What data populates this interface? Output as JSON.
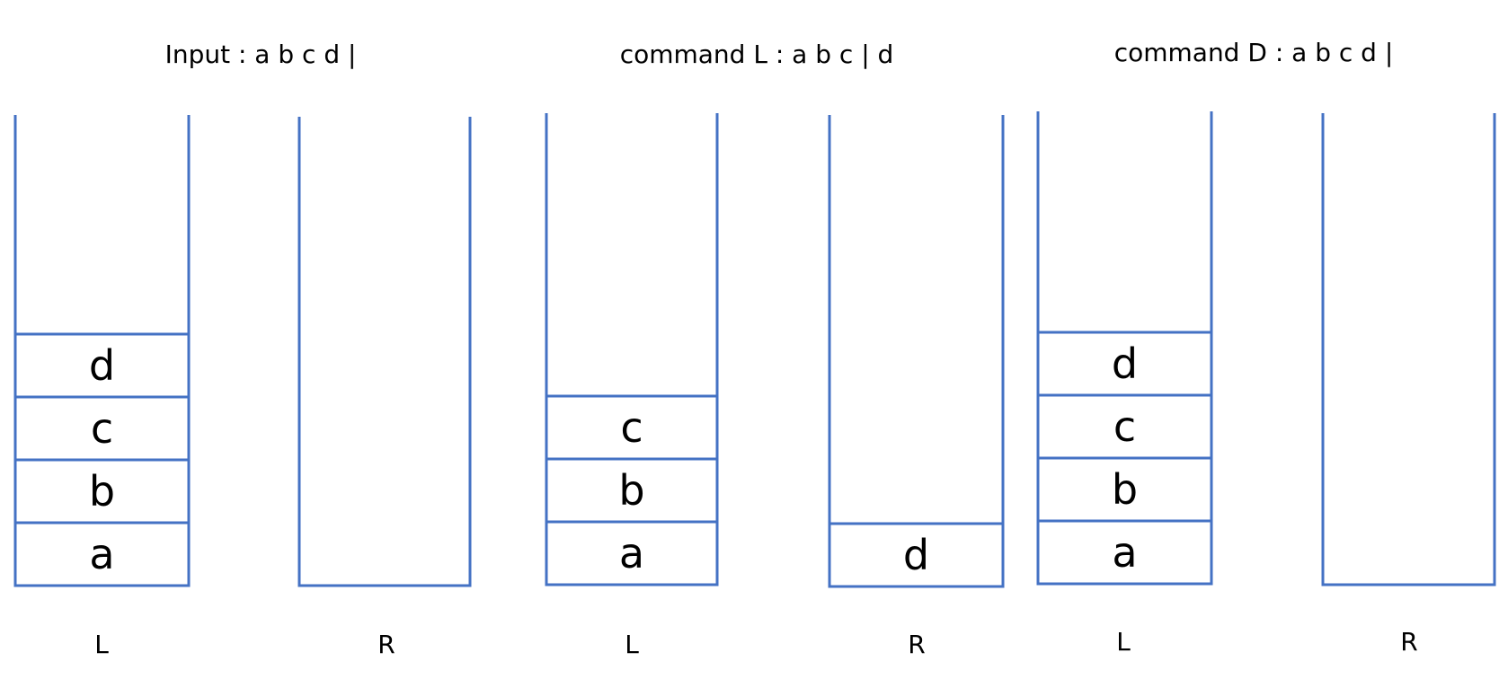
{
  "colors": {
    "stroke": "#4472C4",
    "text": "#000000"
  },
  "panels": [
    {
      "title": "Input : a b c d |",
      "stacks": [
        {
          "label": "L",
          "items": [
            "a",
            "b",
            "c",
            "d"
          ]
        },
        {
          "label": "R",
          "items": []
        }
      ]
    },
    {
      "title": "command L : a b c | d",
      "stacks": [
        {
          "label": "L",
          "items": [
            "a",
            "b",
            "c"
          ]
        },
        {
          "label": "R",
          "items": [
            "d"
          ]
        }
      ]
    },
    {
      "title": "command D : a b c d |",
      "stacks": [
        {
          "label": "L",
          "items": [
            "a",
            "b",
            "c",
            "d"
          ]
        },
        {
          "label": "R",
          "items": []
        }
      ]
    }
  ]
}
